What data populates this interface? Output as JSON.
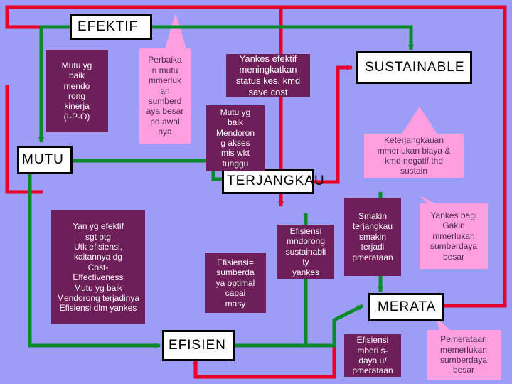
{
  "nodes": {
    "efektif": "EFEKTIF",
    "mutu": "MUTU",
    "terjangkau": "TERJANGKAU",
    "sustainable": "SUSTAINABLE",
    "efisien": "EFISIEN",
    "merata": "MERATA"
  },
  "notes": {
    "mutu_mendorong_kinerja": "Mutu yg\nbaik\nmendo\nrong\nkinerja\n(I-P-O)",
    "perbaikan_mutu": "Perbaika\nn mutu\nmmerluk\nan\nsumberd\naya besar\npd awal\nnya",
    "yankes_efektif": "Yankes efektif\nmeningkatkan\nstatus kes, kmd\nsave cost",
    "mutu_mendorong_akses": "Mutu yg\nbaik\nMendoron\ng akses\nmis wkt\ntunggu",
    "keterjangkauan": "Keterjangkauan\nmmerlukan biaya &\nkmd negatif thd\nsustain",
    "yan_efektif_efisien": "Yan yg efektif\nsgt ptg\nUtk efisiensi,\nkaitannya dg\nCost-\nEffectiveness\nMutu yg baik\nMendorong terjadinya\nEfisiensi dlm yankes",
    "efisiensi_optimal": "Efisiensi=\nsumberda\nya optimal\ncapai\nmasy",
    "efisiensi_sustainability": "Efisiensi\nmndorong\nsustainabli\nty\nyankes",
    "terjangkau_pemerataan": "Smakin\nterjangkau\nsmakin\nterjadi\npmerataan",
    "yankes_gakin": "Yankes bagi\nGakin\nmmerlukan\nsumberdaya\nbesar",
    "efisiensi_pemerataan": "Efisiensi\nmberi s-\ndaya u/\npmerataan",
    "pemerataan_sumberdaya": "Pemerataan\nmemerlukan\nsumberdaya\nbesar"
  },
  "colors": {
    "background": "#9d9df7",
    "green": "#0a8a2a",
    "red": "#e8002a",
    "violet": "#6e1f5a",
    "pink": "#ff9fe0"
  }
}
